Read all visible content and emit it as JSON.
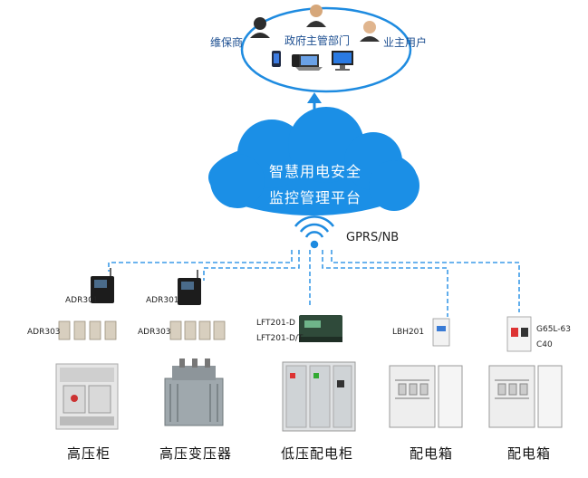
{
  "top_group": {
    "user1": "维保商",
    "user2": "政府主管部门",
    "user3": "业主用户"
  },
  "platform": {
    "line1": "智慧用电安全",
    "line2": "监控管理平台"
  },
  "network": {
    "label": "GPRS/NB"
  },
  "devices": {
    "adr301_a": "ADR301",
    "adr301_b": "ADR301",
    "adr303_a": "ADR303",
    "adr303_b": "ADR303",
    "lft201_d": "LFT201-D",
    "lft201_dt": "LFT201-D/T",
    "lbh201": "LBH201",
    "g65l": "G65L-63",
    "c40": "C40"
  },
  "equipment": {
    "e1": "高压柜",
    "e2": "高压变压器",
    "e3": "低压配电柜",
    "e4": "配电箱",
    "e5": "配电箱"
  },
  "colors": {
    "accent": "#1e8be0",
    "cloud": "#1b8fe6",
    "dashed": "#3b9be8"
  }
}
